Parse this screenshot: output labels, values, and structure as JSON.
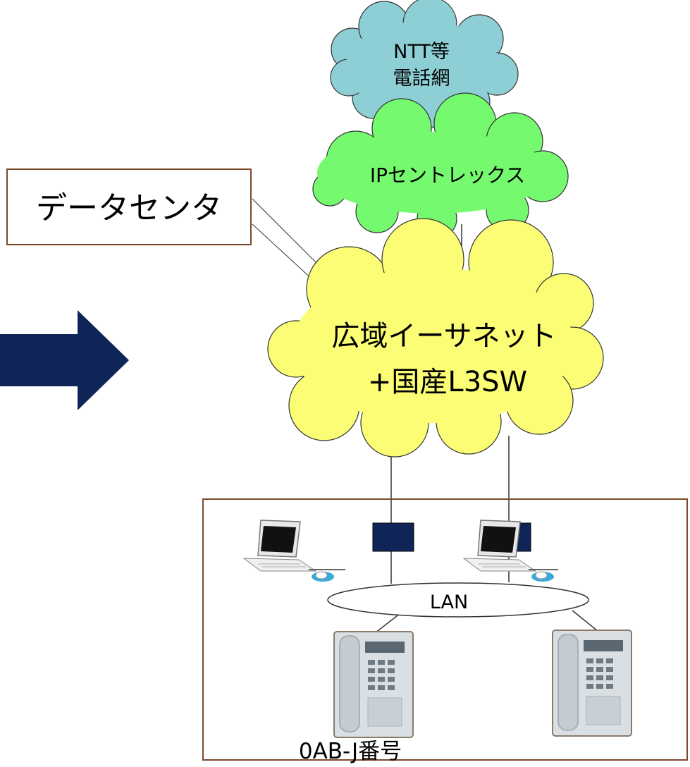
{
  "diagram": {
    "clouds": {
      "ntt": {
        "line1": "NTT等",
        "line2": "電話網",
        "color": "#8ecfd6"
      },
      "ip_centrex": {
        "label": "IPセントレックス",
        "color": "#75f96f"
      },
      "wide_ethernet": {
        "line1": "広域イーサネット",
        "line2": "+国産L3SW",
        "color": "#fbfd75"
      }
    },
    "data_center": {
      "label": "データセンタ",
      "border_color": "#7a4a2a"
    },
    "arrow": {
      "color": "#0f2558",
      "direction": "right"
    },
    "office": {
      "lan_label": "LAN",
      "number_label": "0AB-J番号",
      "border_color": "#7a4a2a",
      "router_color": "#0f2558",
      "devices": [
        "ip-phone",
        "laptop",
        "ip-phone",
        "laptop"
      ]
    }
  }
}
